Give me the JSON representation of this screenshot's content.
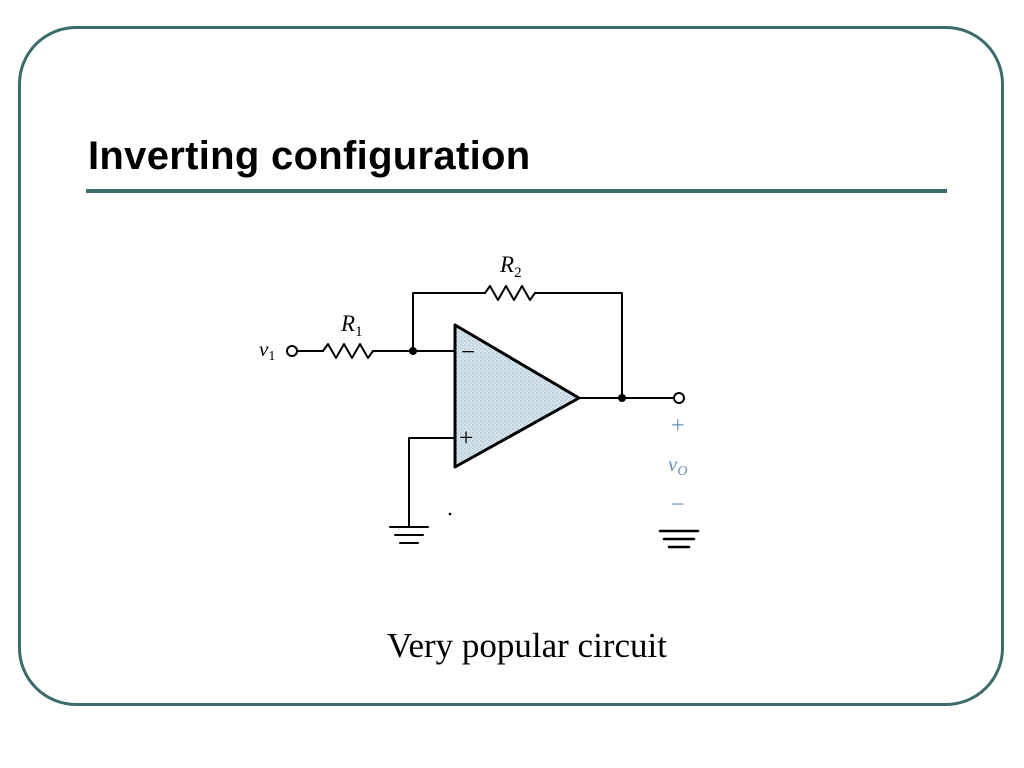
{
  "slide": {
    "title": "Inverting configuration",
    "caption": "Very popular circuit"
  },
  "circuit": {
    "r1_label": "R",
    "r1_sub": "1",
    "r2_label": "R",
    "r2_sub": "2",
    "input_label": "v",
    "input_sub": "1",
    "output_label": "v",
    "output_sub": "O",
    "minus_terminal": "−",
    "plus_terminal": "+",
    "output_plus": "+",
    "output_minus": "−"
  },
  "colors": {
    "frame": "#3d6b6b",
    "opamp_fill": "#c9dbe4",
    "output_polarity": "#6f8fb5"
  }
}
